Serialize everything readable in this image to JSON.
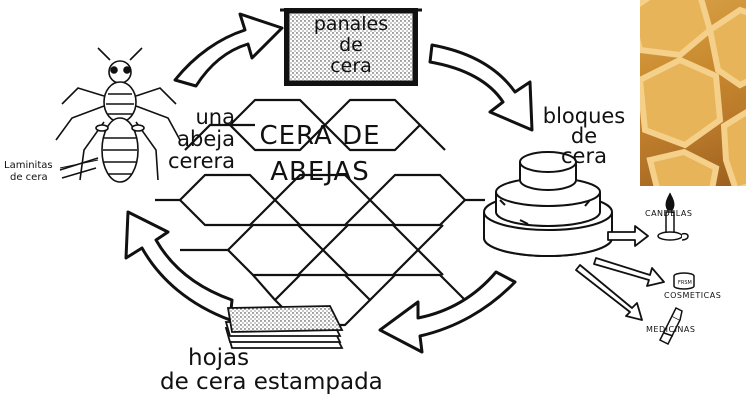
{
  "diagram": {
    "center_title_lines": [
      "CERA DE",
      "ABEJAS"
    ],
    "top_box_lines": [
      "panales",
      "de",
      "cera"
    ],
    "left_label_lines": [
      "una",
      "abeja",
      "cerera"
    ],
    "left_small_label_lines": [
      "Laminitas",
      "de cera"
    ],
    "right_label_lines": [
      "bloques",
      "de",
      "cera"
    ],
    "bottom_label_lines": [
      "hojas",
      "de cera estampada"
    ],
    "products": [
      {
        "label": "CANDELAS"
      },
      {
        "label": "COSMETICAS"
      },
      {
        "label": "MEDICINAS"
      }
    ]
  },
  "colors": {
    "ink": "#111111",
    "honey_light": "#e7b45a",
    "honey_dark": "#9a5f1d"
  }
}
